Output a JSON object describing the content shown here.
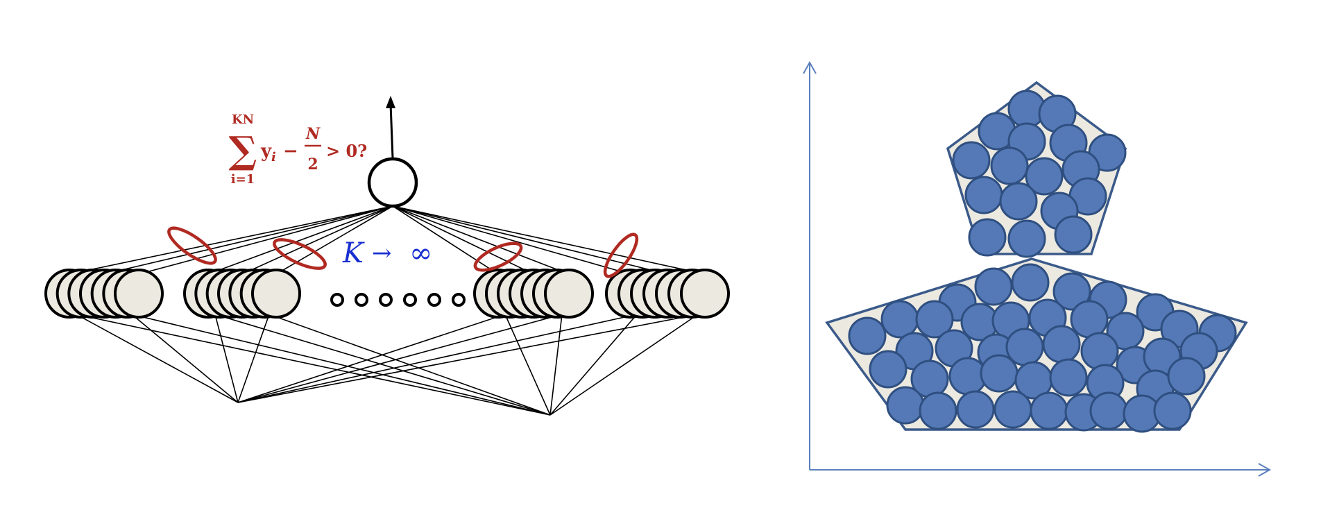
{
  "formula": {
    "sum_upper": "KN",
    "sum_lower": "i=1",
    "sum_symbol": "∑",
    "term": "y",
    "term_sub": "i",
    "minus": "−",
    "frac_num": "N",
    "frac_den": "2",
    "comparison": "> 0?"
  },
  "limit_label": {
    "variable": "K",
    "arrow": "→",
    "infinity": "∞"
  },
  "colors": {
    "formula": "#b02a22",
    "limit": "#1a2fd0",
    "neuron_fill": "#ece9e0",
    "neuron_stroke": "#000000",
    "ellipse_stroke": "#b02a22",
    "axis": "#5a7fbd",
    "sphere_fill": "#5479b6",
    "sphere_stroke": "#2f4f80",
    "polygon_fill": "#ece9e0",
    "polygon_stroke": "#3a5a8a"
  },
  "icons": {
    "output_arrow": "arrow-up-icon",
    "axis_x": "arrow-right-icon",
    "axis_y": "arrow-up-icon"
  }
}
